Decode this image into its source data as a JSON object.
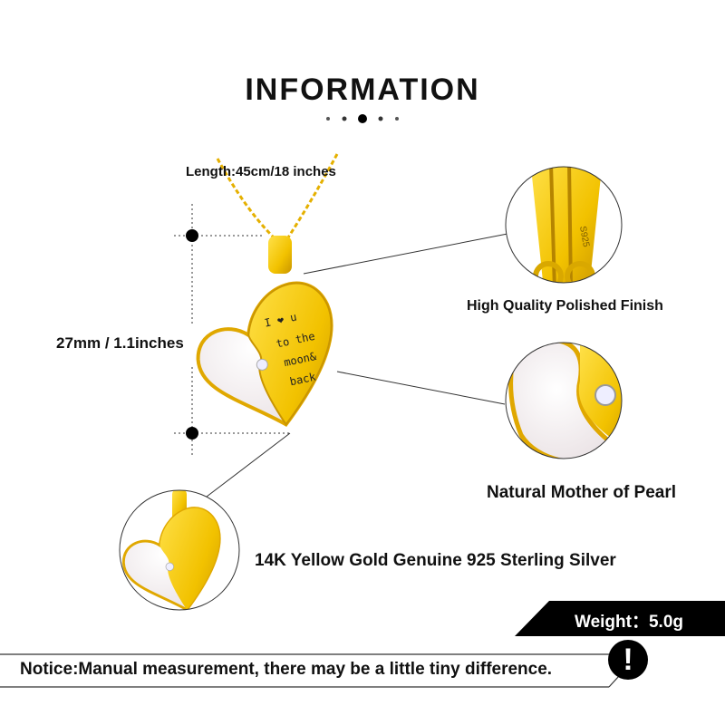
{
  "title": "INFORMATION",
  "length_label": "Length:45cm/18 inches",
  "size_label": "27mm / 1.1inches",
  "features": {
    "finish": "High Quality Polished Finish",
    "pearl": "Natural Mother of Pearl",
    "material": "14K Yellow Gold Genuine 925 Sterling Silver"
  },
  "weight": "Weight：5.0g",
  "notice": "Notice:Manual measurement, there may be a little tiny difference.",
  "notice_icon": "!",
  "engraving": [
    "I ❤ u",
    "to the",
    "moon&",
    "back"
  ],
  "stamp": "S925",
  "colors": {
    "gold": "#f2c200",
    "pearl": "#f4eeee",
    "banner": "#000000"
  }
}
